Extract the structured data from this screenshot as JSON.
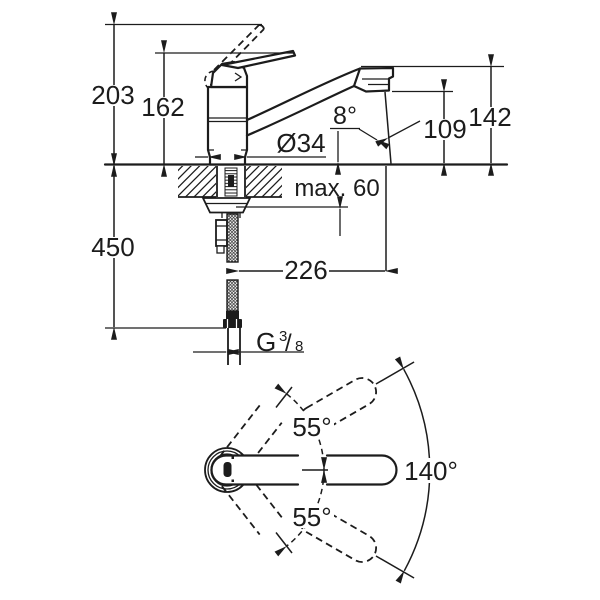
{
  "side_view": {
    "labels": {
      "total_height": "203",
      "handle_height": "162",
      "spout_height": "142",
      "outlet_height": "109",
      "spout_angle": "8°",
      "base_diameter": "Ø34",
      "max_mounting_thickness": "max. 60",
      "hose_length": "450",
      "spout_reach": "226",
      "thread_g": "G",
      "thread_numerator": "3",
      "thread_slash": "/",
      "thread_denominator": "8"
    }
  },
  "top_view": {
    "labels": {
      "swivel_upper": "55°",
      "swivel_lower": "55°",
      "swivel_total": "140°"
    }
  },
  "colors": {
    "ink": "#1c1c1c",
    "background": "#ffffff"
  }
}
